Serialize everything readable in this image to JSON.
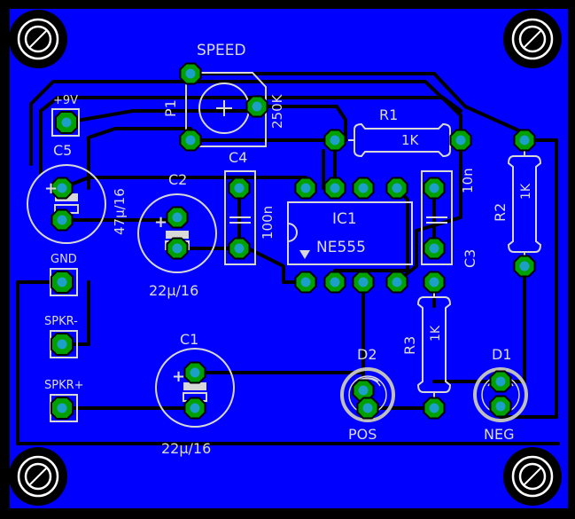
{
  "board": {
    "colors": {
      "copper": "#0000ff",
      "background": "#000000",
      "pad_ring": "#00a000",
      "pad_hole": "#1ca0c8",
      "silkscreen": "#d8d8d8",
      "trace_isolation": "#000000"
    }
  },
  "labels": {
    "speed": "SPEED",
    "p1": "P1",
    "p1_value": "250K",
    "r1": "R1",
    "r1_value": "1K",
    "r2": "R2",
    "r2_value": "1K",
    "r3": "R3",
    "r3_value": "1K",
    "c1": "C1",
    "c1_value": "22µ/16",
    "c2": "C2",
    "c2_value": "22µ/16",
    "c3": "C3",
    "c3_value": "10n",
    "c4": "C4",
    "c4_value": "100n",
    "c5": "C5",
    "c5_value": "47µ/16",
    "ic1": "IC1",
    "ic1_value": "NE555",
    "d1": "D1",
    "d1_value": "NEG",
    "d2": "D2",
    "d2_value": "POS",
    "plus9v": "+9V",
    "gnd": "GND",
    "spkr_minus": "SPKR-",
    "spkr_plus": "SPKR+",
    "plus": "+"
  }
}
